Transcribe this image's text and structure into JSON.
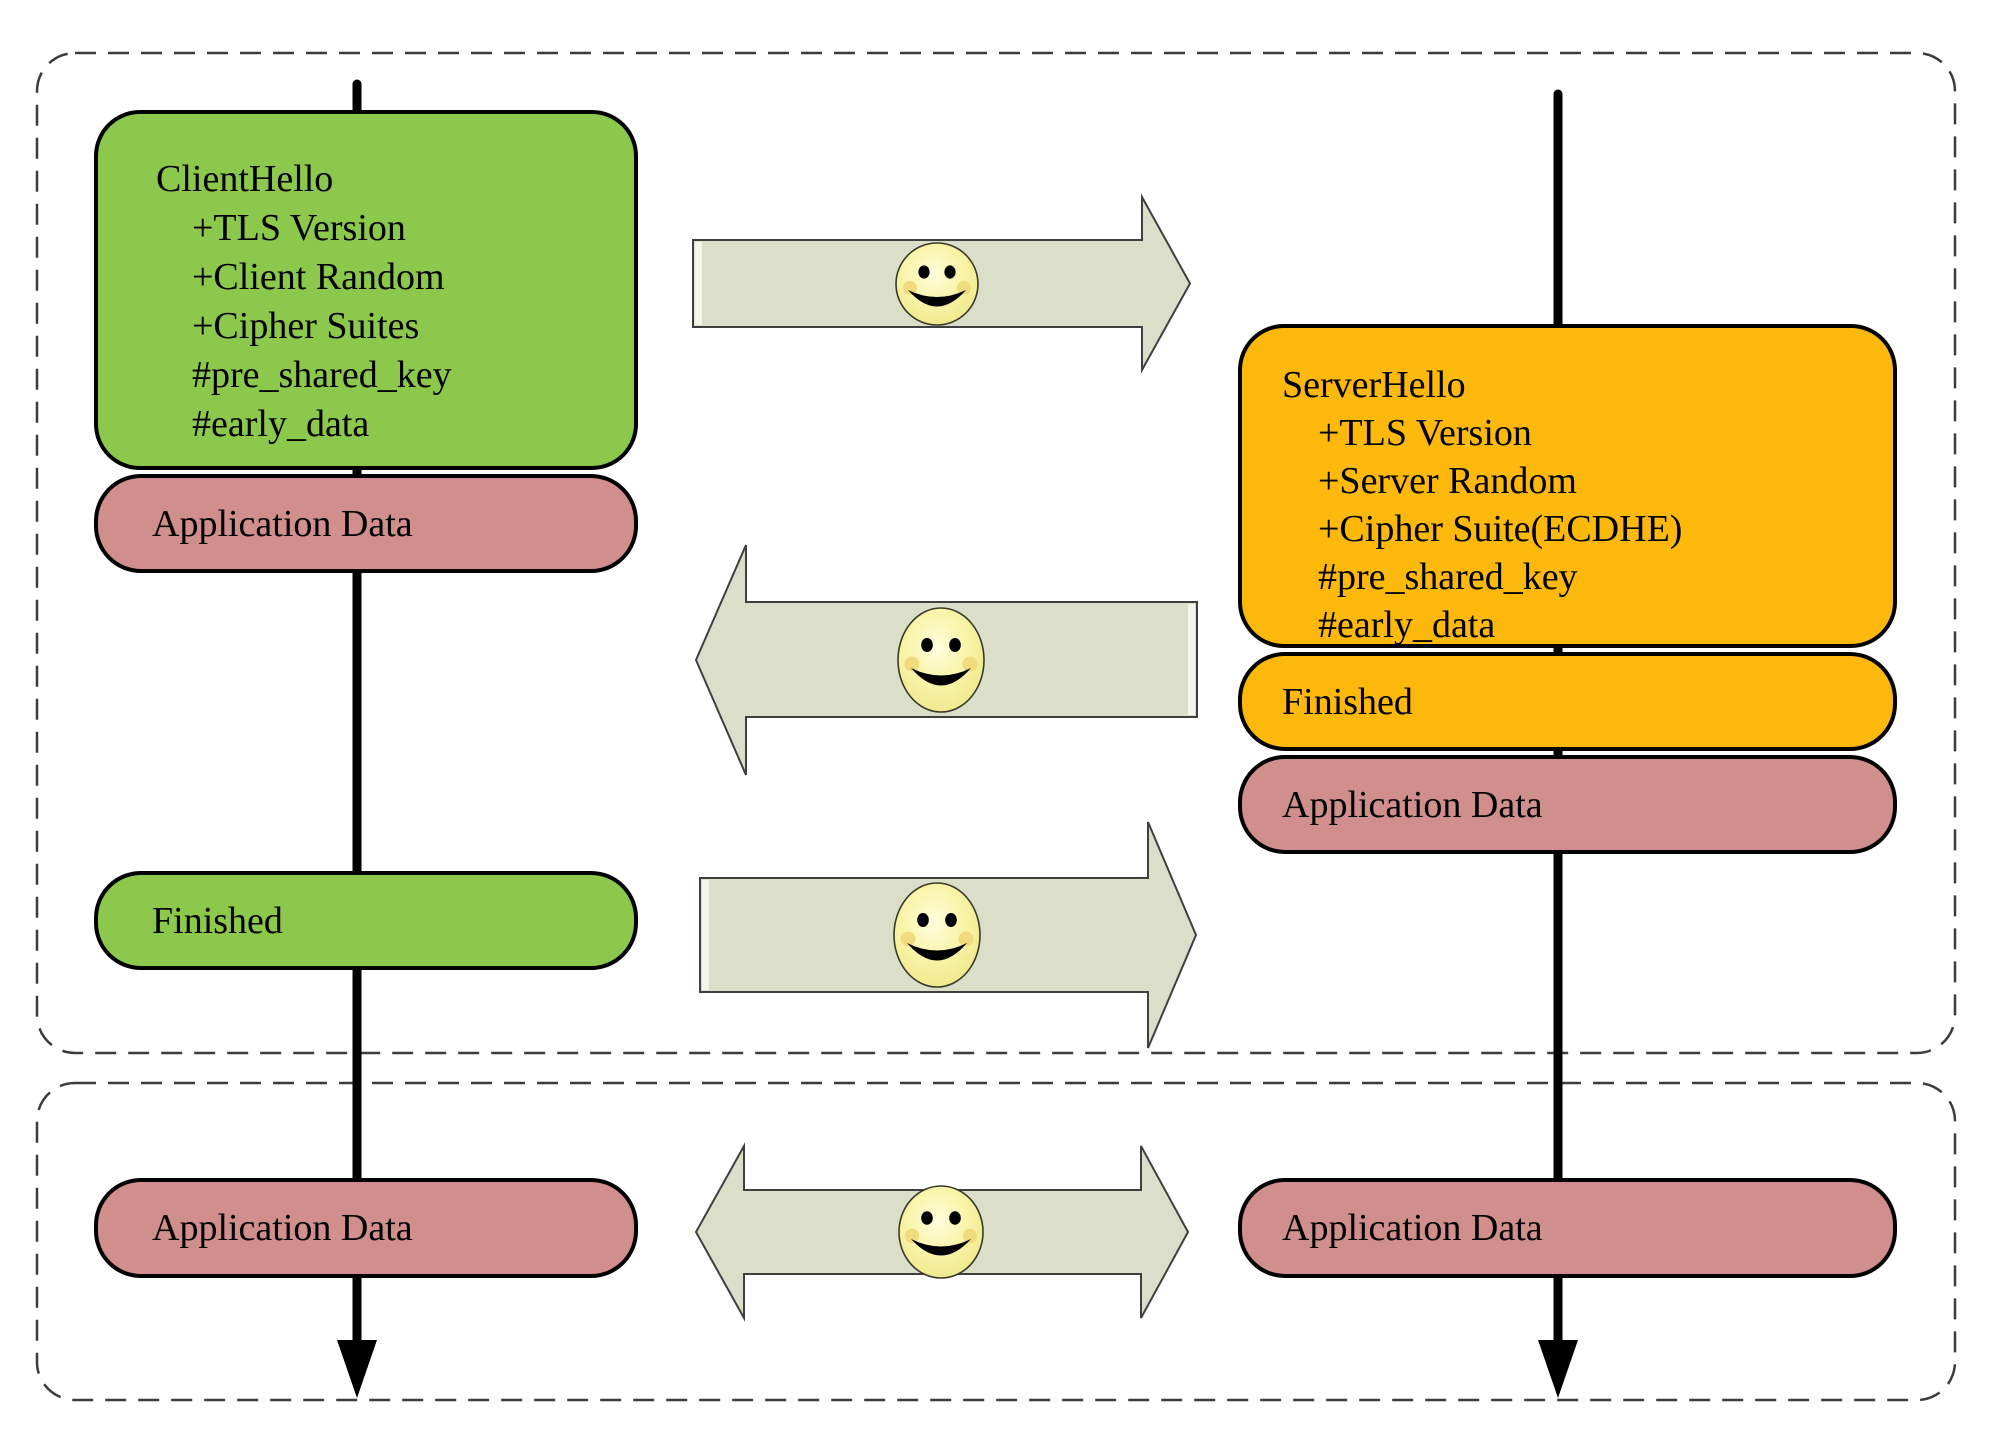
{
  "client": {
    "hello": {
      "title": "ClientHello",
      "items": [
        "+TLS Version",
        "+Client Random",
        "+Cipher Suites",
        "#pre_shared_key",
        "#early_data"
      ]
    },
    "app_data_1": "Application Data",
    "finished": "Finished",
    "app_data_2": "Application Data"
  },
  "server": {
    "hello": {
      "title": "ServerHello",
      "items": [
        "+TLS Version",
        "+Server Random",
        "+Cipher Suite(ECDHE)",
        "#pre_shared_key",
        "#early_data"
      ]
    },
    "finished": "Finished",
    "app_data_1": "Application Data",
    "app_data_2": "Application Data"
  },
  "colors": {
    "client_box_green": "#8CC84B",
    "server_box_orange": "#FCB80B",
    "app_data_pink": "#D08E8C",
    "arrow_fill": "#DBDFCA",
    "arrow_stroke": "#3F3F3F",
    "smiley_yellow": "#F8F3A1",
    "smiley_blush": "#F0DC7E",
    "timeline_black": "#000000",
    "dashed_border": "#3C3C3C"
  }
}
